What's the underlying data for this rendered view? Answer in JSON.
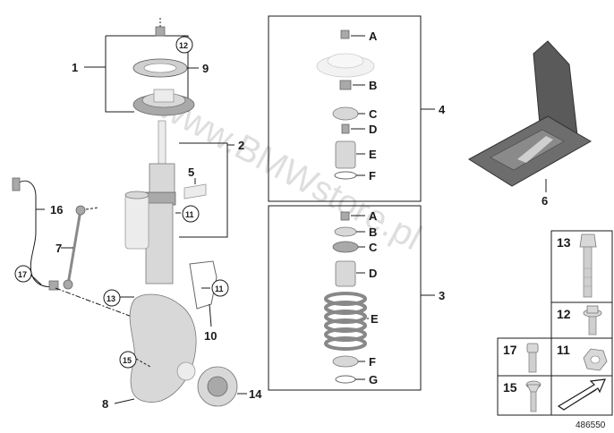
{
  "watermark": "www.BMWstore.pl",
  "reference_number": "486550",
  "callouts": {
    "c1": "1",
    "c2": "2",
    "c3": "3",
    "c4": "4",
    "c5": "5",
    "c6": "6",
    "c7": "7",
    "c8": "8",
    "c9": "9",
    "c10": "10",
    "c11a": "11",
    "c11b": "11",
    "c12": "12",
    "c13": "13",
    "c14": "14",
    "c15": "15",
    "c16": "16",
    "c17": "17"
  },
  "box4_labels": [
    "A",
    "B",
    "C",
    "D",
    "E",
    "F"
  ],
  "box3_labels": [
    "A",
    "B",
    "C",
    "D",
    "E",
    "F",
    "G"
  ],
  "legend": {
    "r13": "13",
    "r12": "12",
    "r17": "17",
    "r11": "11",
    "r15": "15"
  },
  "colors": {
    "line": "#1a1a1a",
    "part_light": "#ececec",
    "part_mid": "#d8d8d8",
    "part_dark": "#a9a9a9",
    "watermark": "#b8b8b8"
  },
  "icons": [
    "arrow-icon",
    "toolkit-case-icon",
    "bolt-icon",
    "nut-icon",
    "spring-icon",
    "strut-icon"
  ]
}
